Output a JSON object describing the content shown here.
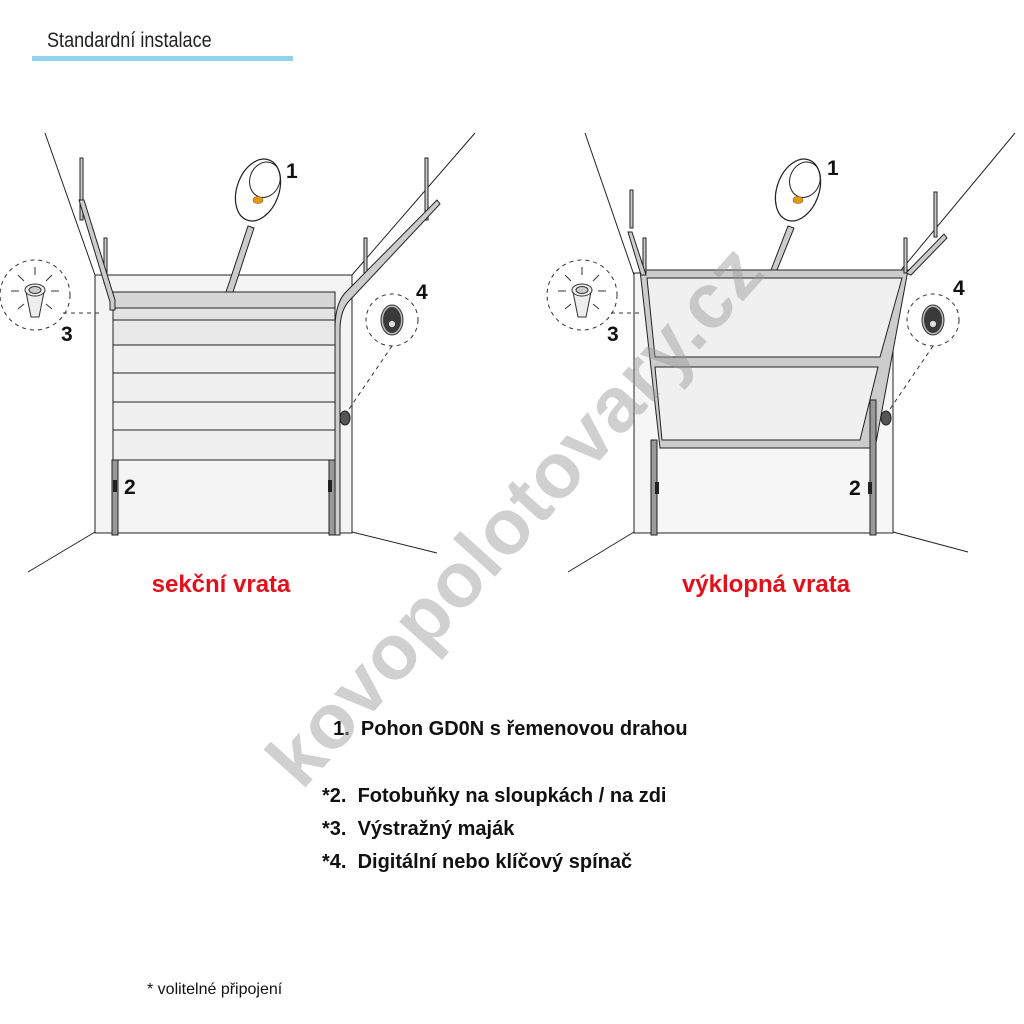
{
  "header": {
    "title": "Standardní instalace"
  },
  "diagrams": [
    {
      "caption": "sekční vrata",
      "labels": [
        "1",
        "2",
        "3",
        "4"
      ]
    },
    {
      "caption": "výklopná vrata",
      "labels": [
        "1",
        "2",
        "3",
        "4"
      ]
    }
  ],
  "legend": [
    "  1.  Pohon GD0N s řemenovou drahou",
    "*2.  Fotobuňky na sloupkách / na zdi",
    "*3.  Výstražný maják",
    "*4.  Digitální nebo klíčový spínač"
  ],
  "footnote": "* volitelné připojení",
  "watermark": "kovopolotovary.cz",
  "colors": {
    "accent_line": "#92d3ea",
    "caption": "#e3101b",
    "opener_led": "#e39a1a"
  }
}
